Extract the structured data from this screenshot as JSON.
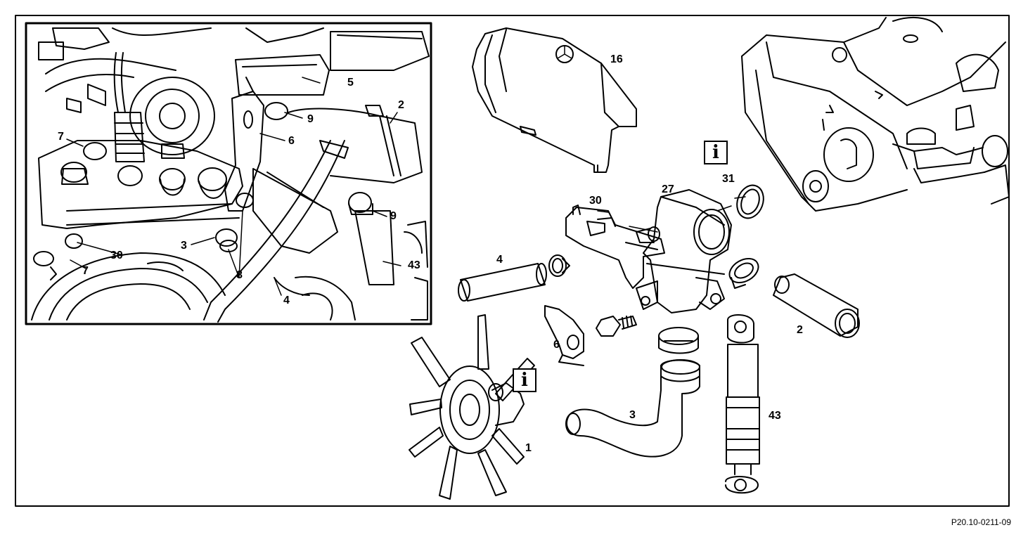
{
  "figure_ref": "P20.10-0211-09",
  "info_symbol": "i",
  "inset_callouts": {
    "c2": "2",
    "c3": "3",
    "c4": "4",
    "c5": "5",
    "c6": "6",
    "c7a": "7",
    "c7b": "7",
    "c8": "8",
    "c9a": "9",
    "c9b": "9",
    "c30": "30",
    "c43": "43"
  },
  "exploded_callouts": {
    "c1": "1",
    "c2": "2",
    "c3": "3",
    "c4": "4",
    "c6": "6",
    "c16": "16",
    "c27": "27",
    "c30": "30",
    "c31": "31",
    "c43": "43"
  },
  "icons": [
    "info-icon",
    "mercedes-star-icon"
  ]
}
